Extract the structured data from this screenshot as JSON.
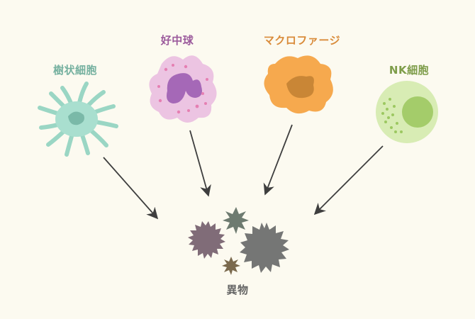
{
  "cells": {
    "dendritic": {
      "label": "樹状細胞",
      "color": "#76b1a0"
    },
    "neutrophil": {
      "label": "好中球",
      "color": "#9b5a9c"
    },
    "macrophage": {
      "label": "マクロファージ",
      "color": "#d98b3a"
    },
    "nk": {
      "label": "NK細胞",
      "color": "#7e9d4a"
    }
  },
  "target": {
    "label": "異物",
    "color": "#666666"
  },
  "arrow_color": "#3e3e3e"
}
